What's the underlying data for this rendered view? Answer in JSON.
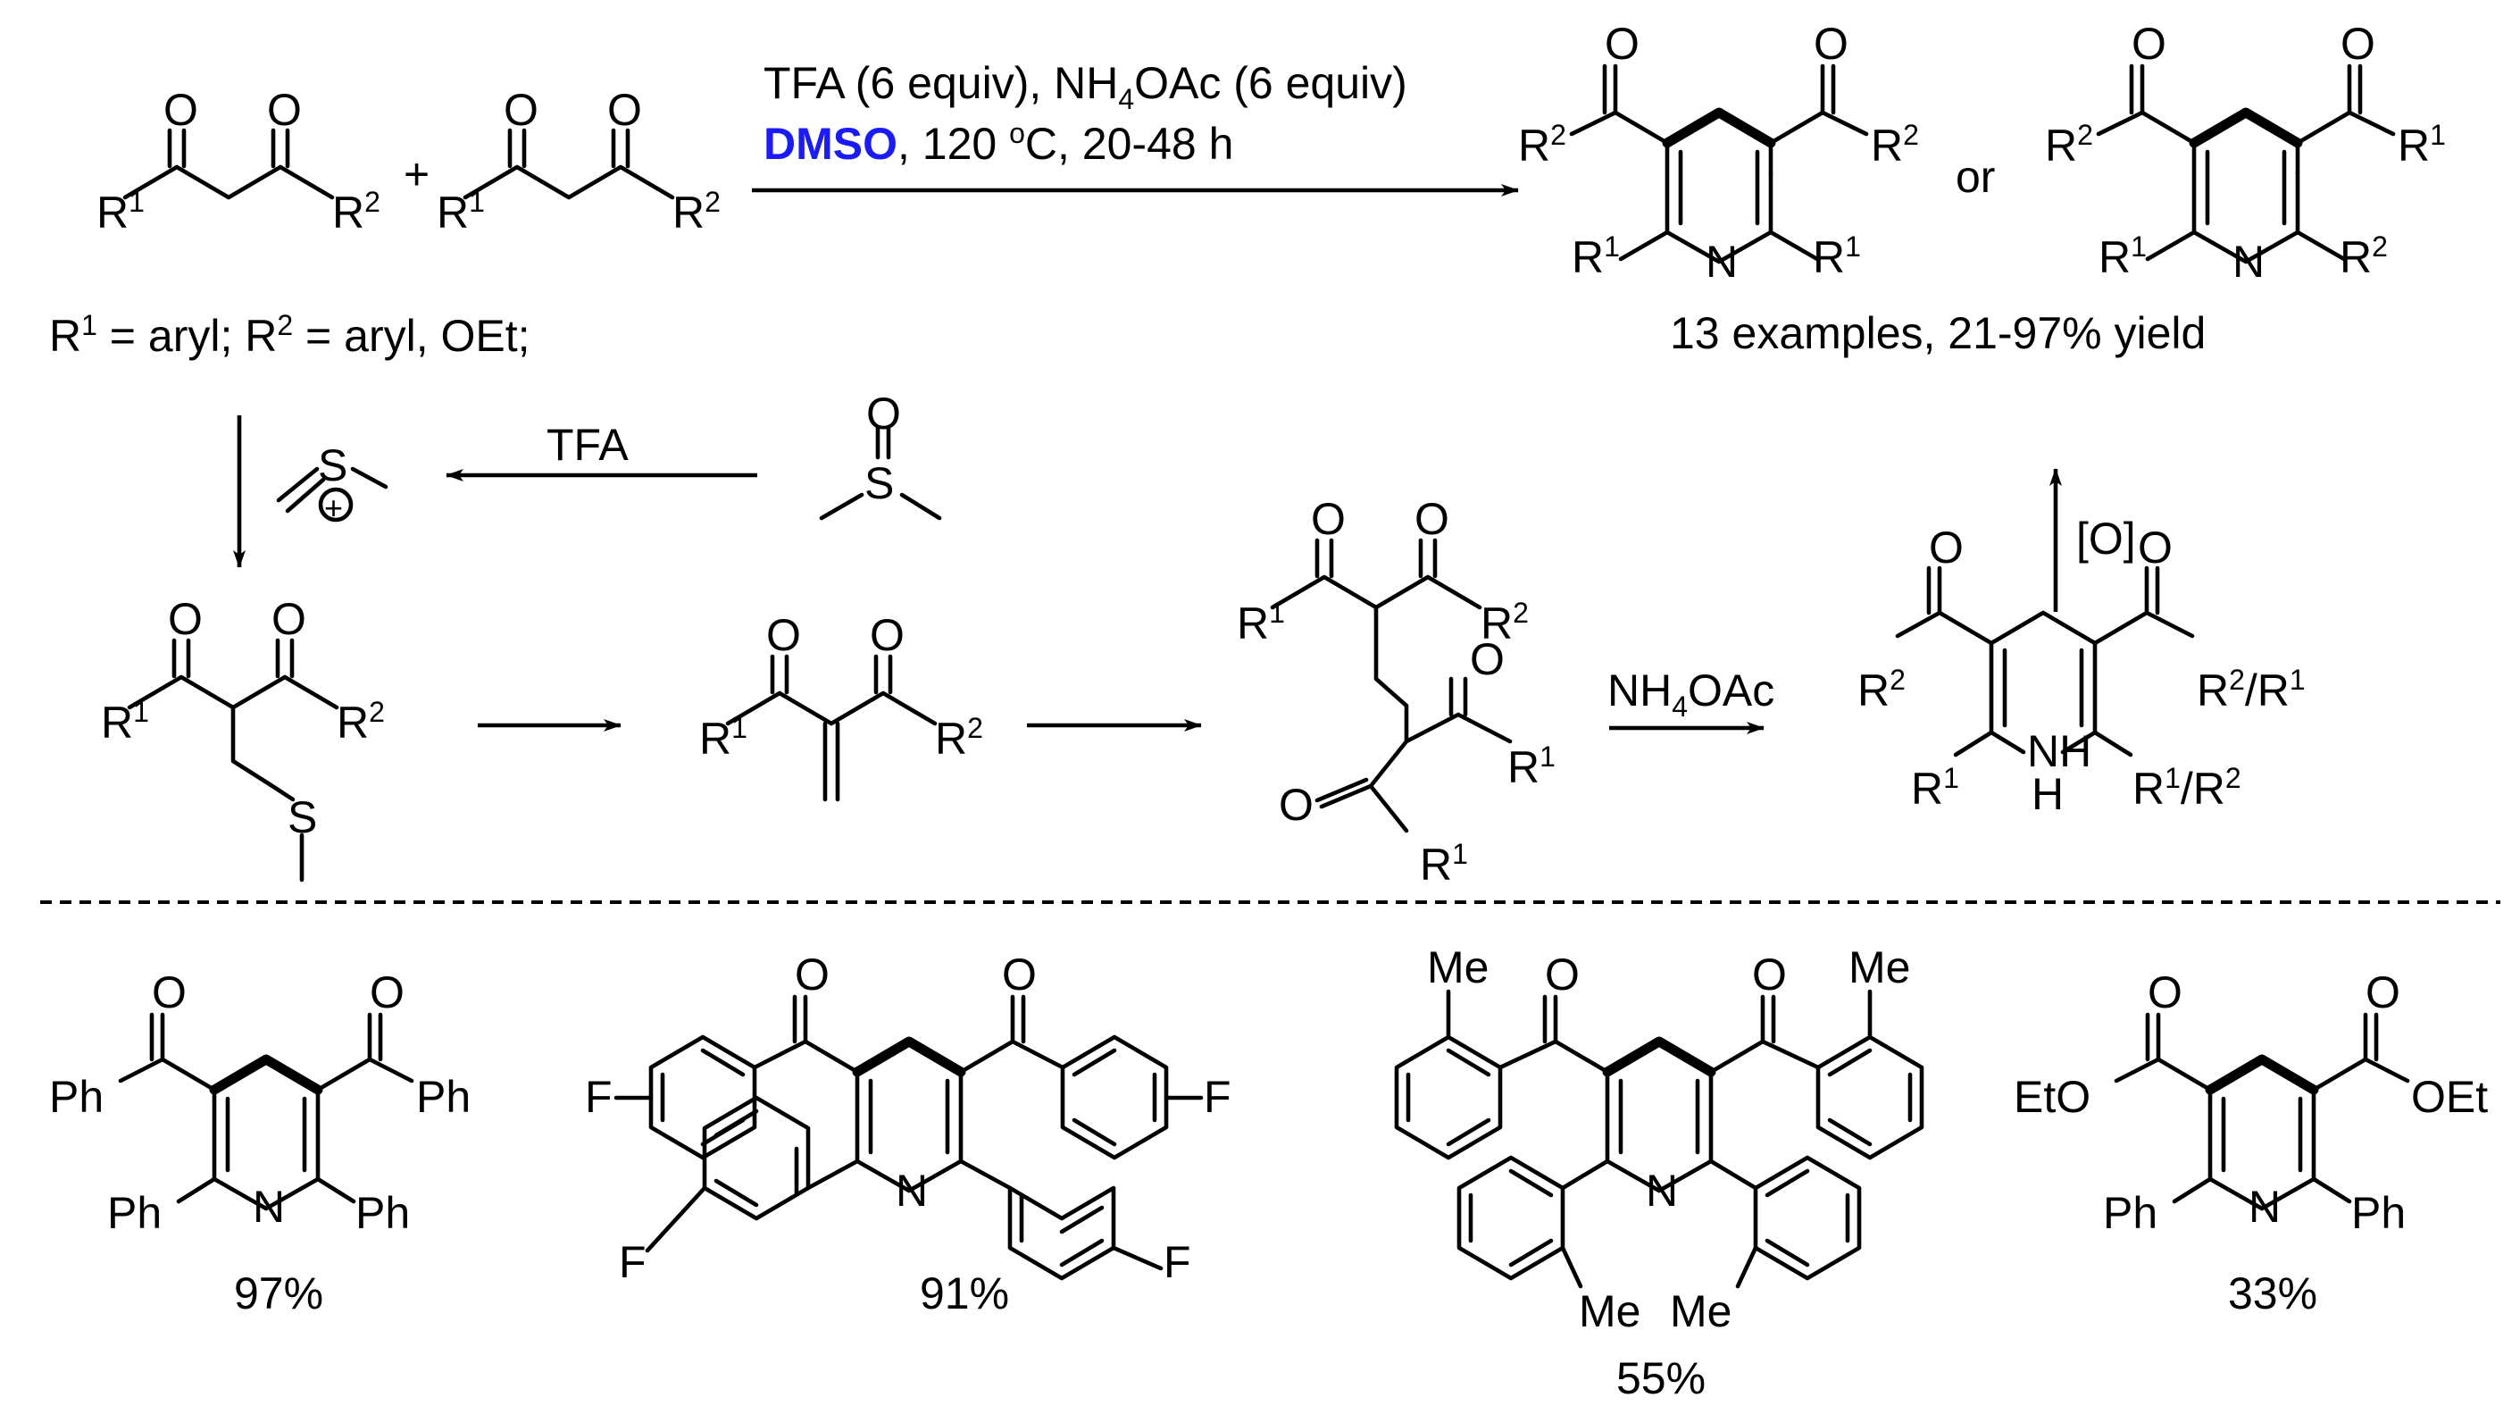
{
  "colors": {
    "accent": "#1a1aff",
    "ink": "#000000",
    "background": "#ffffff"
  },
  "conditions": {
    "line1_a": "TFA (6 equiv), NH",
    "line1_sub": "4",
    "line1_b": "OAc (6 equiv)",
    "solvent": "DMSO",
    "line2_a": ", 120 ",
    "line2_sup": "o",
    "line2_b": "C, 20-48 h"
  },
  "substituents": {
    "r_prefix": "R",
    "sup1": "1",
    "sup2": "2",
    "definition_a": " = aryl; R",
    "definition_b": " = aryl, OEt;",
    "plus": "+",
    "or_word": "or",
    "oxygen": "O",
    "nitrogen": "N",
    "sulfur": "S",
    "hydrogen": "H",
    "plus_charge": "+",
    "slash": "/R"
  },
  "products_summary": "13 examples, 21-97% yield",
  "mechanism": {
    "reagent_tfa": "TFA",
    "reagent_nh4oac_a": "NH",
    "reagent_nh4oac_sub": "4",
    "reagent_nh4oac_b": "OAc",
    "oxidation": "[O]"
  },
  "examples": [
    {
      "yield": "97%",
      "groups": [
        "Ph",
        "Ph",
        "Ph",
        "Ph"
      ]
    },
    {
      "yield": "91%",
      "groups": [
        "F",
        "F",
        "F",
        "F"
      ]
    },
    {
      "yield": "55%",
      "groups": [
        "Me",
        "Me",
        "Me",
        "Me"
      ]
    },
    {
      "yield": "33%",
      "groups": [
        "EtO",
        "OEt",
        "Ph",
        "Ph"
      ]
    }
  ]
}
